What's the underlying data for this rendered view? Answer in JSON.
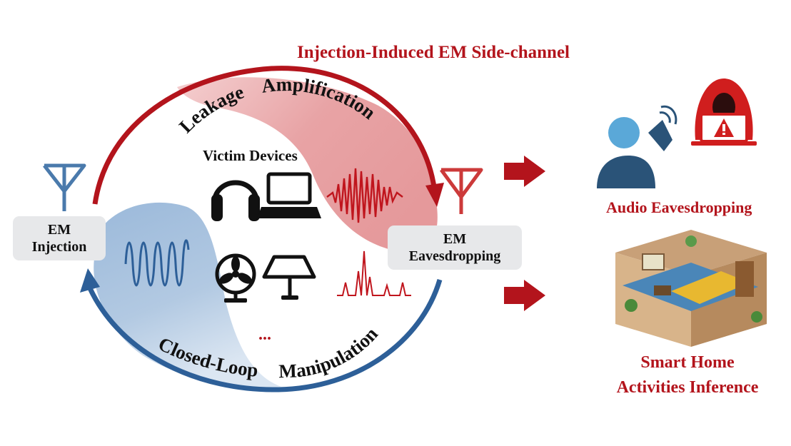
{
  "title": "Injection-Induced EM Side-channel",
  "loop": {
    "top_left_label": "Leakage",
    "top_right_label": "Amplification",
    "bottom_left_label": "Closed-Loop",
    "bottom_right_label": "Manipulation"
  },
  "victim_devices": {
    "label": "Victim Devices",
    "more": "..."
  },
  "em_injection": {
    "line1": "EM",
    "line2": "Injection"
  },
  "em_eavesdropping": {
    "line1": "EM",
    "line2": "Eavesdropping"
  },
  "outcomes": {
    "audio": "Audio Eavesdropping",
    "smart_home_line1": "Smart Home",
    "smart_home_line2": "Activities Inference"
  },
  "colors": {
    "red": "#b3141c",
    "blue": "#2d5f98",
    "red_fill": "#e7a0a2",
    "blue_fill": "#a9c3df",
    "antenna_blue": "#4a7aac",
    "antenna_red": "#cc3a3a"
  },
  "icons": [
    "antenna-blue-icon",
    "antenna-red-icon",
    "headphones-icon",
    "laptop-icon",
    "fan-icon",
    "lamp-icon",
    "sine-wave-icon",
    "audio-wave-icon",
    "spectrum-icon",
    "person-phone-icon",
    "hacker-icon",
    "smart-room-illustration",
    "right-arrow-icon"
  ]
}
